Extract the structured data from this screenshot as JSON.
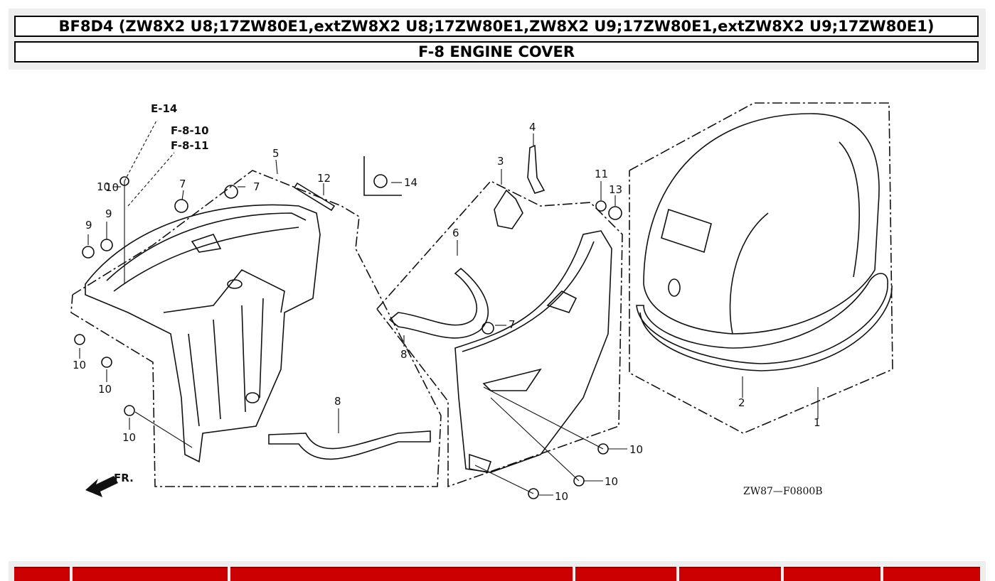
{
  "header": {
    "model_title": "BF8D4 (ZW8X2 U8;17ZW80E1,extZW8X2 U8;17ZW80E1,ZW8X2 U9;17ZW80E1,extZW8X2 U9;17ZW80E1)",
    "section_title": "F-8 ENGINE COVER"
  },
  "diagram": {
    "references": [
      "E-14",
      "F-8-10",
      "F-8-11"
    ],
    "front_label": "FR.",
    "diagram_code": "ZW87—F0800B",
    "callouts": [
      "1",
      "2",
      "3",
      "4",
      "5",
      "6",
      "7",
      "7",
      "7",
      "8",
      "8",
      "9",
      "9",
      "10",
      "10",
      "10",
      "10",
      "10",
      "10",
      "10",
      "10",
      "11",
      "12",
      "13",
      "14"
    ]
  },
  "colors": {
    "header_bg": "#eeeeee",
    "table_header": "#cc0000",
    "line": "#111111"
  }
}
